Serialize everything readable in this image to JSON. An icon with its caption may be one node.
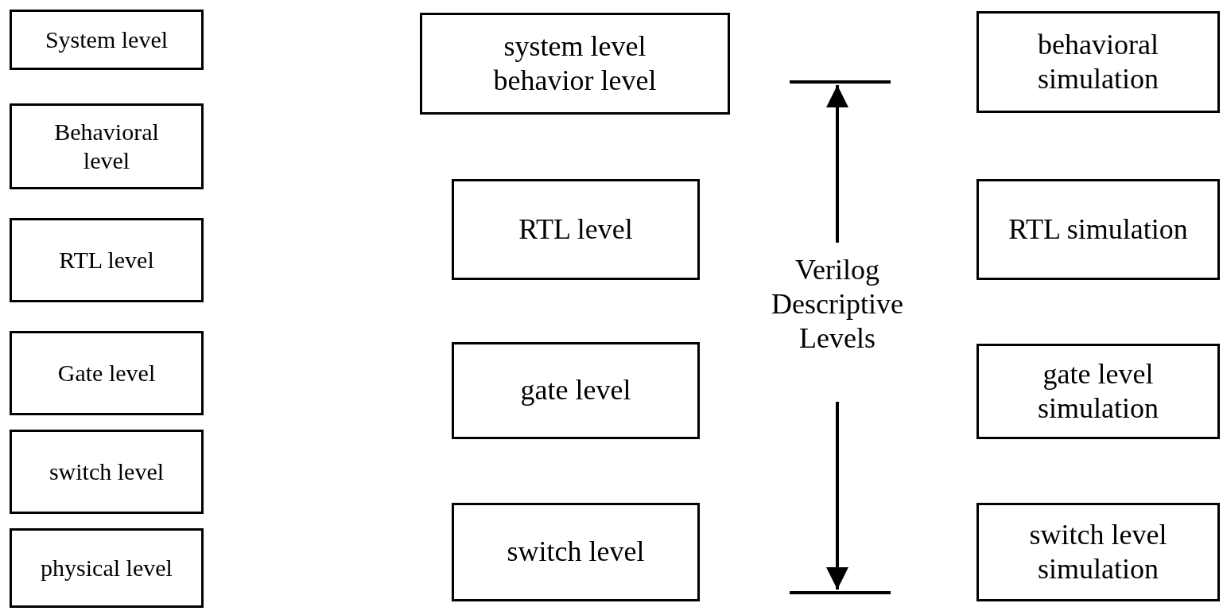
{
  "diagram": {
    "nodes": [
      {
        "text": [
          "System level"
        ]
      },
      {
        "text": [
          "Behavioral level"
        ]
      },
      {
        "text": [
          "RTL level"
        ]
      },
      {
        "text": [
          "Gate level"
        ]
      },
      {
        "text": [
          "switch level"
        ]
      },
      {
        "text": [
          "physical level"
        ]
      },
      {
        "text": [
          "system level behavior level"
        ]
      },
      {
        "text": [
          "RTL level"
        ]
      },
      {
        "text": [
          "gate level"
        ]
      },
      {
        "text": [
          "switch level"
        ]
      },
      {
        "text": [
          "behavioral simulation"
        ]
      },
      {
        "text": [
          "RTL simulation"
        ]
      },
      {
        "text": [
          "gate level simulation"
        ]
      },
      {
        "text": [
          "switch level simulation"
        ]
      }
    ],
    "labels": [
      "Verilog Descriptive Levels"
    ]
  }
}
